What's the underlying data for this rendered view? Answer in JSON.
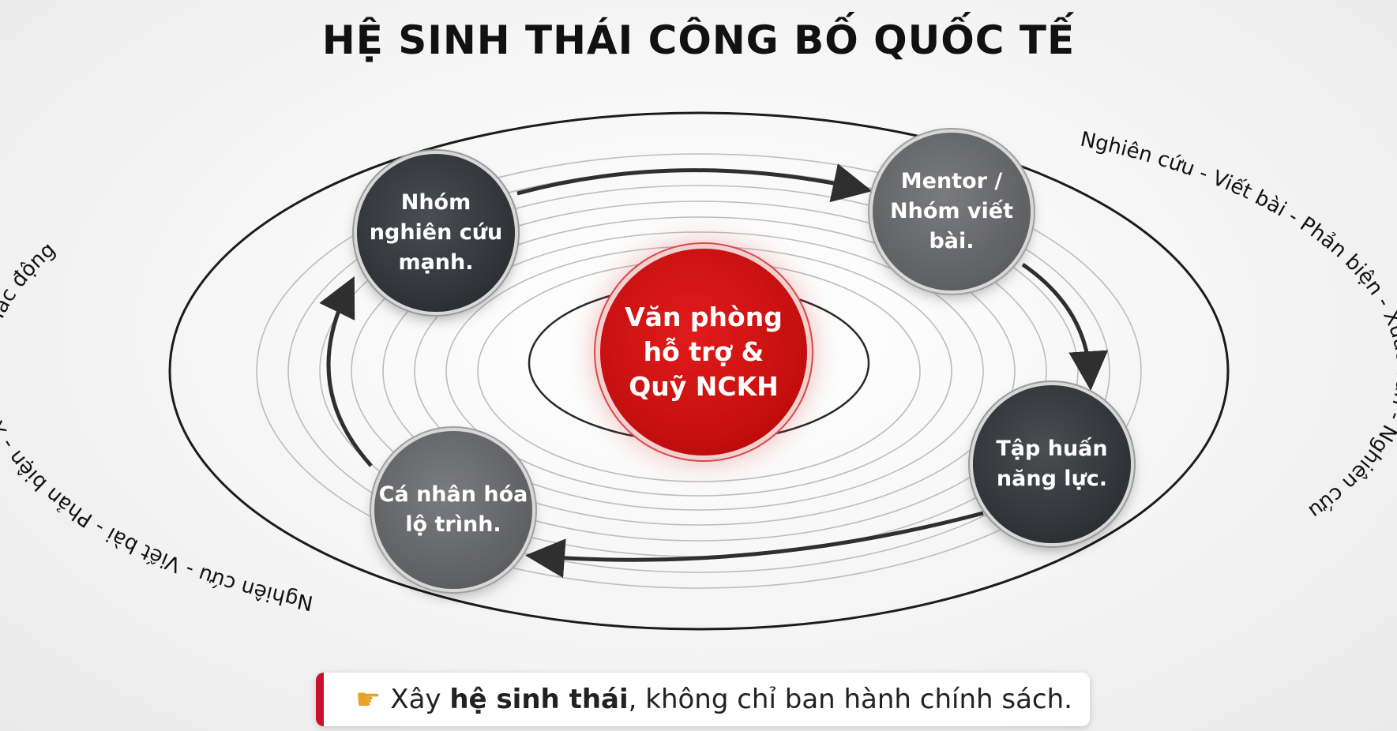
{
  "title": "HỆ SINH THÁI CÔNG BỐ QUỐC TẾ",
  "center_node": "Văn phòng\nhỗ trợ &\nQuỹ NCKH",
  "nodes": {
    "top_left": "Nhóm\nnghiên cứu\nmạnh.",
    "top_right": "Mentor /\nNhóm viết\nbài.",
    "bottom_right": "Tập huấn\nnăng lực.",
    "bottom_left": "Cá nhân hóa\nlộ trình."
  },
  "ring_labels": {
    "left": "Nghiên cứu - Viết bài - Phản biện - Xuất bản - Tác động",
    "right": "Nghiên cứu - Viết bài - Phản biện - Xuất bản - Nghiên cứu"
  },
  "banner": {
    "icon": "pointing-hand-icon",
    "prefix": "Xây ",
    "bold": "hệ sinh thái",
    "suffix": ", không chỉ ban hành chính sách."
  },
  "colors": {
    "accent_red": "#c50f0f",
    "dark_node": "#2e3135",
    "grey_node": "#5f6062"
  }
}
